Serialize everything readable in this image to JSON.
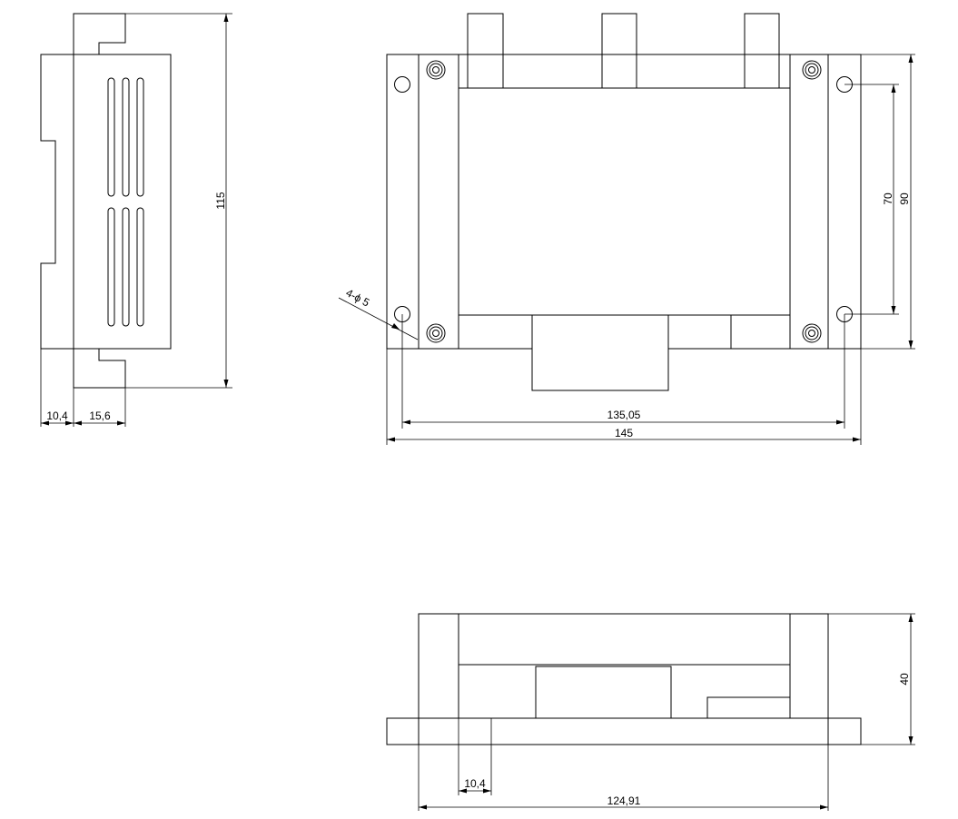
{
  "drawing": {
    "side_view": {
      "dim_height": "115",
      "dim_width_a": "10,4",
      "dim_width_b": "15,6"
    },
    "top_view": {
      "hole_spec": "4-ϕ 5",
      "dim_height_inner": "70",
      "dim_height_outer": "90",
      "dim_width_inner": "135,05",
      "dim_width_outer": "145"
    },
    "front_view": {
      "dim_height": "40",
      "dim_width_small": "10,4",
      "dim_width": "124,91"
    }
  }
}
